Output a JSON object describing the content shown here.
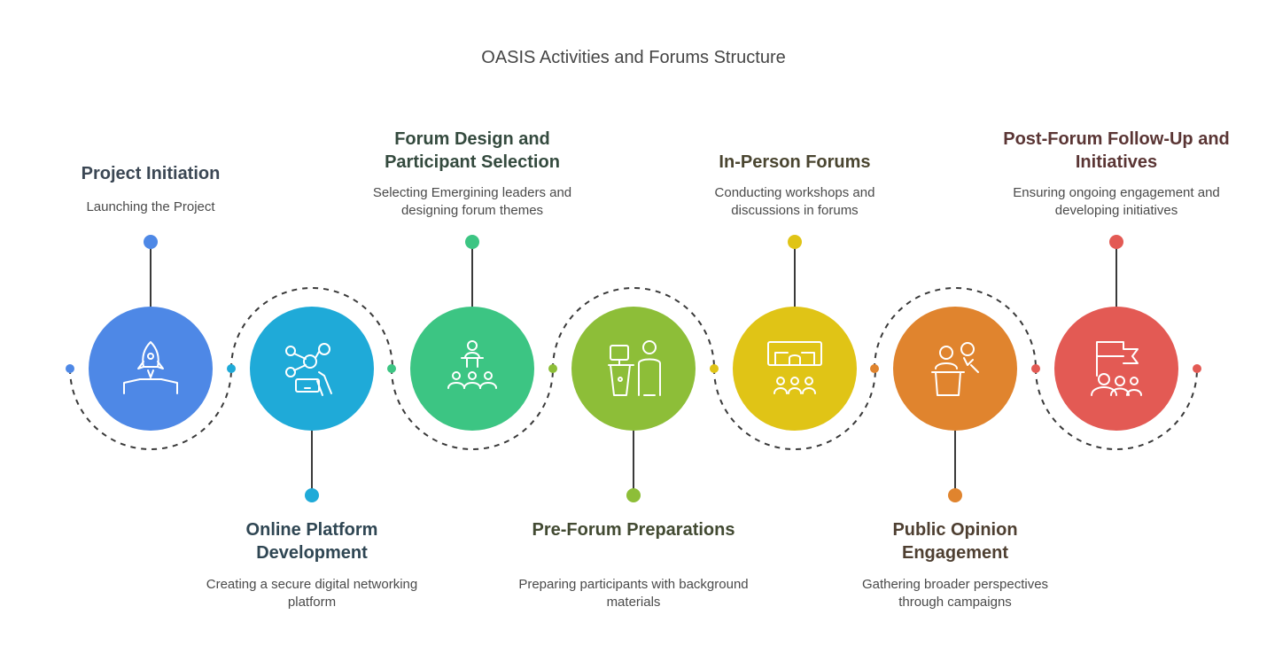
{
  "title": "OASIS Activities and Forums Structure",
  "stages": [
    {
      "title": "Project Initiation",
      "description": "Launching the Project",
      "color": "#4E88E6",
      "text_color": "#3B4754",
      "icon": "rocket-launch-icon"
    },
    {
      "title": "Online Platform Development",
      "description": "Creating a secure digital networking platform",
      "color": "#1FAAD8",
      "text_color": "#2F4653",
      "icon": "network-hand-icon"
    },
    {
      "title": "Forum Design and Participant Selection",
      "description": "Selecting Emergining leaders and designing forum themes",
      "color": "#3CC583",
      "text_color": "#344A3E",
      "icon": "speaker-audience-icon"
    },
    {
      "title": "Pre-Forum Preparations",
      "description": "Preparing participants with background materials",
      "color": "#8DBE38",
      "text_color": "#424A32",
      "icon": "podium-presenter-icon"
    },
    {
      "title": "In-Person Forums",
      "description": "Conducting workshops and discussions in forums",
      "color": "#E0C416",
      "text_color": "#4A4530",
      "icon": "workshop-room-icon"
    },
    {
      "title": "Public Opinion Engagement",
      "description": "Gathering broader perspectives through campaigns",
      "color": "#E0842E",
      "text_color": "#4E3F31",
      "icon": "public-speakers-icon"
    },
    {
      "title": "Post-Forum Follow-Up and Initiatives",
      "description": "Ensuring ongoing engagement and developing initiatives",
      "color": "#E35A54",
      "text_color": "#5A3534",
      "icon": "flag-group-icon"
    }
  ]
}
